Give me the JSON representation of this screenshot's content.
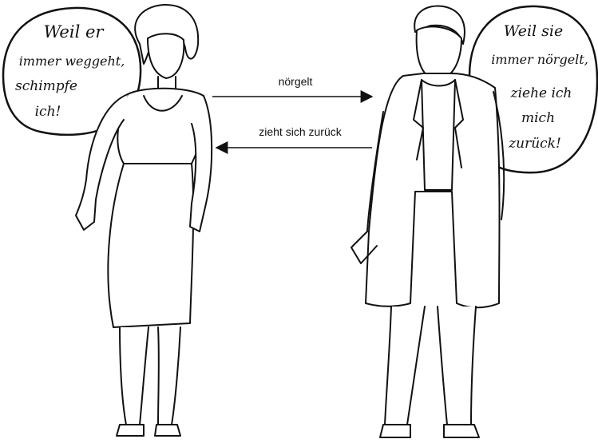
{
  "left_bubble": {
    "lines": [
      "Weil er",
      "immer weggeht,",
      "schimpfe",
      "ich!"
    ]
  },
  "right_bubble": {
    "lines": [
      "Weil sie",
      "immer nörgelt,",
      "ziehe ich",
      "mich",
      "zurück!"
    ]
  },
  "arrow_right": {
    "label": "nörgelt"
  },
  "arrow_left": {
    "label": "zieht sich zurück"
  },
  "colors": {
    "ink": "#111111",
    "paper": "#ffffff"
  }
}
